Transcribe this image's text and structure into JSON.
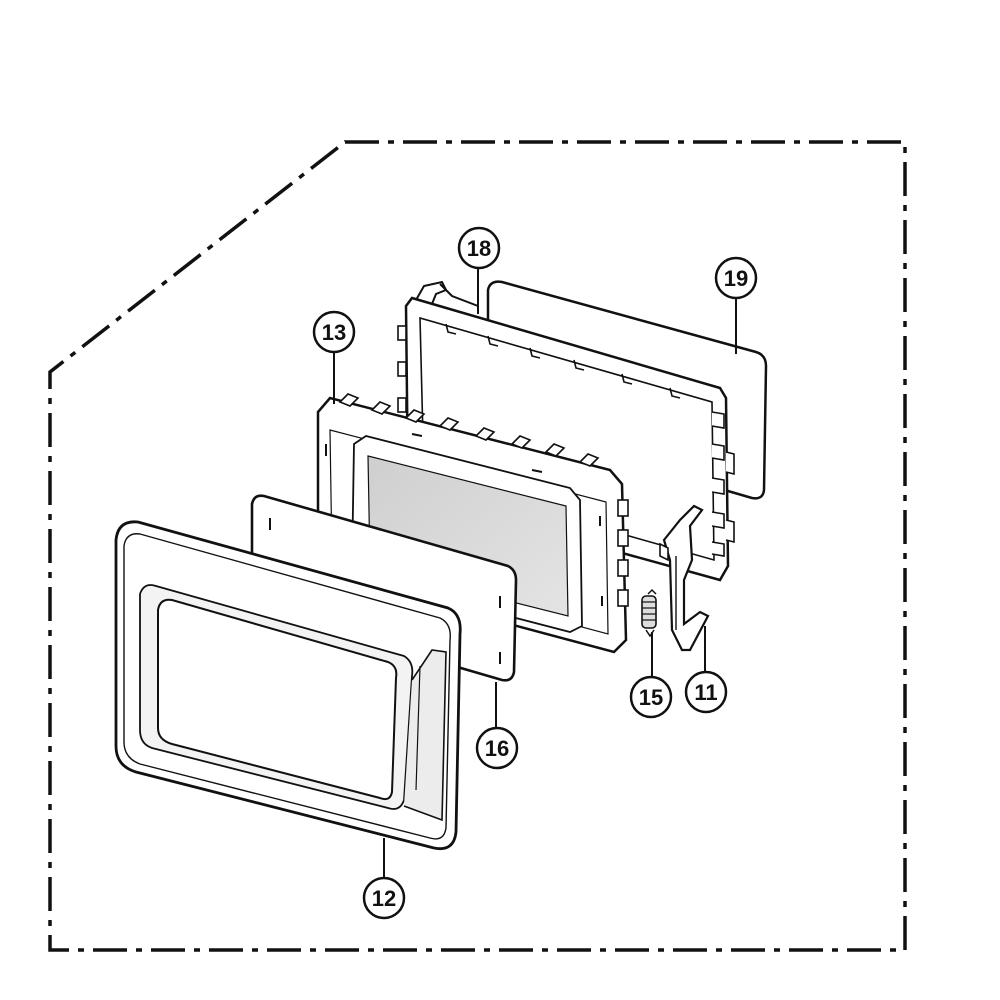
{
  "callouts": [
    {
      "id": "18",
      "label": "18"
    },
    {
      "id": "19",
      "label": "19"
    },
    {
      "id": "13",
      "label": "13"
    },
    {
      "id": "15",
      "label": "15"
    },
    {
      "id": "11",
      "label": "11"
    },
    {
      "id": "16",
      "label": "16"
    },
    {
      "id": "12",
      "label": "12"
    }
  ],
  "colors": {
    "line": "#111111",
    "part_fill": "#ffffff",
    "window_fill": "#d6d6d6",
    "shade": "#ececec"
  }
}
